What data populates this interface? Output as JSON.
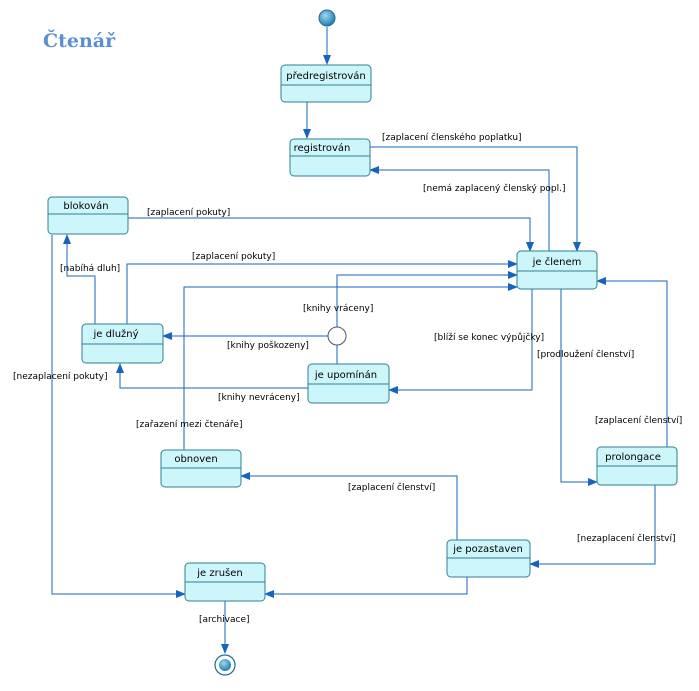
{
  "title": "Čtenář",
  "states": {
    "predregistrovan": "předregistrován",
    "registrovan": "registrován",
    "blokovan": "blokován",
    "je_clenem": "je členem",
    "je_dluzny": "je dlužný",
    "je_upominan": "je upomínán",
    "obnoven": "obnoven",
    "prolongace": "prolongace",
    "je_pozastaven": "je pozastaven",
    "je_zrusen": "je zrušen"
  },
  "guards": {
    "zaplaceni_clenskeho_poplatku": "[zaplacení členského poplatku]",
    "nema_zaplaceny_clensky_popl": "[nemá zaplacený členský popl.]",
    "zaplaceni_pokuty_1": "[zaplacení pokuty]",
    "zaplaceni_pokuty_2": "[zaplacení pokuty]",
    "nabiha_dluh": "[nabíhá dluh]",
    "knihy_vraceny": "[knihy vráceny]",
    "knihy_poskozeny": "[knihy poškozeny]",
    "blizi_se_konec_vypujcky": "[blíží se konec výpůjčky]",
    "prodlouzeni_clenstvi": "[prodloužení členství]",
    "nezaplaceni_pokuty": "[nezaplacení pokuty]",
    "knihy_nevraceny": "[knihy nevráceny]",
    "zarazeni_mezi_ctenare": "[zařazení mezi čtenáře]",
    "zaplaceni_clenstvi_1": "[zaplacení členství]",
    "zaplaceni_clenstvi_2": "[zaplacení členství]",
    "nezaplaceni_clenstvi": "[nezaplacení členství]",
    "archivace": "[archivace]"
  },
  "colors": {
    "title": "#5b8fd1",
    "state_fill": "#cdf6fb",
    "state_border": "#2f7f96",
    "flow": "#1565c0",
    "initial_node": "#2a8fc4"
  }
}
